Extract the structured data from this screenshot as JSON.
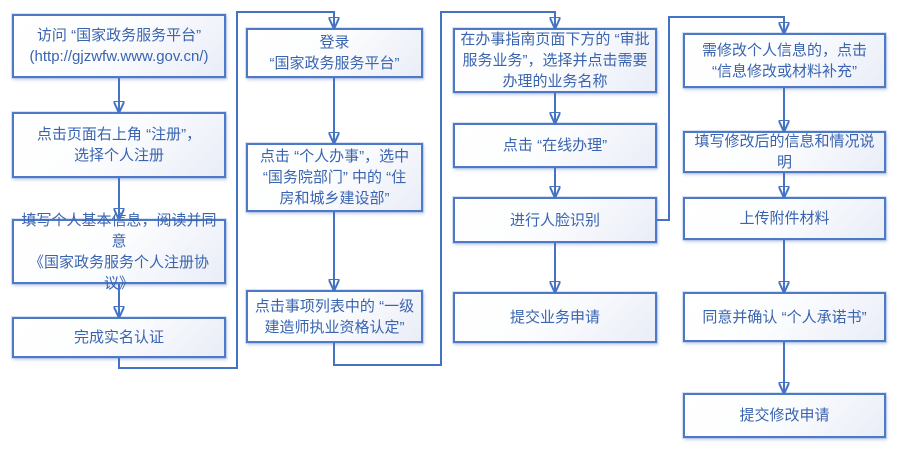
{
  "theme": {
    "accent": "#4472C4",
    "box_border": "#4D79C7",
    "text_color": "#3A64B0",
    "box_fill_start": "#FFFFFF",
    "box_fill_end": "#E9EDF7"
  },
  "flow": {
    "columns": [
      {
        "nodes": [
          {
            "label": "访问 “国家政务服务平台”\n(http://gjzwfw.www.gov.cn/)"
          },
          {
            "label": "点击页面右上角 “注册”，\n选择个人注册"
          },
          {
            "label": "填写个人基本信息，阅读并同意\n《国家政务服务个人注册协议》"
          },
          {
            "label": "完成实名认证"
          }
        ]
      },
      {
        "nodes": [
          {
            "label": "登录\n“国家政务服务平台”"
          },
          {
            "label": "点击 “个人办事”，选中\n“国务院部门” 中的 “住\n房和城乡建设部”"
          },
          {
            "label": "点击事项列表中的 “一级\n建造师执业资格认定”"
          }
        ]
      },
      {
        "nodes": [
          {
            "label": "在办事指南页面下方的 “审批\n服务业务”，选择并点击需要\n办理的业务名称"
          },
          {
            "label": "点击 “在线办理”"
          },
          {
            "label": "进行人脸识别"
          },
          {
            "label": "提交业务申请"
          }
        ]
      },
      {
        "nodes": [
          {
            "label": "需修改个人信息的，点击\n“信息修改或材料补充”"
          },
          {
            "label": "填写修改后的信息和情况说明"
          },
          {
            "label": "上传附件材料"
          },
          {
            "label": "同意并确认 “个人承诺书”"
          },
          {
            "label": "提交修改申请"
          }
        ]
      }
    ]
  }
}
